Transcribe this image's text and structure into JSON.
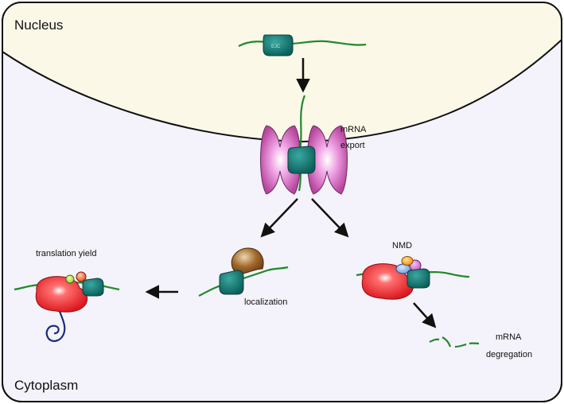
{
  "regions": {
    "nucleus": "Nucleus",
    "cytoplasm": "Cytoplasm"
  },
  "labels": {
    "ejc": "EJC",
    "mrna_export_1": "mRNA",
    "mrna_export_2": "export",
    "translation": "translation yield",
    "localization": "localization",
    "nmd": "NMD",
    "degradation_1": "mRNA",
    "degradation_2": "degregation"
  },
  "colors": {
    "nucleus_fill": "#fbf8e8",
    "cytoplasm_fill": "#f4f3fb",
    "mrna_green": "#1f8a2a",
    "ejc_teal": "#0f6f6a",
    "pore_pink": "#d56fc6",
    "ribosome_red": "#e8252b",
    "localization_brown": "#8a5a24",
    "spiral_navy": "#1a2a80"
  }
}
